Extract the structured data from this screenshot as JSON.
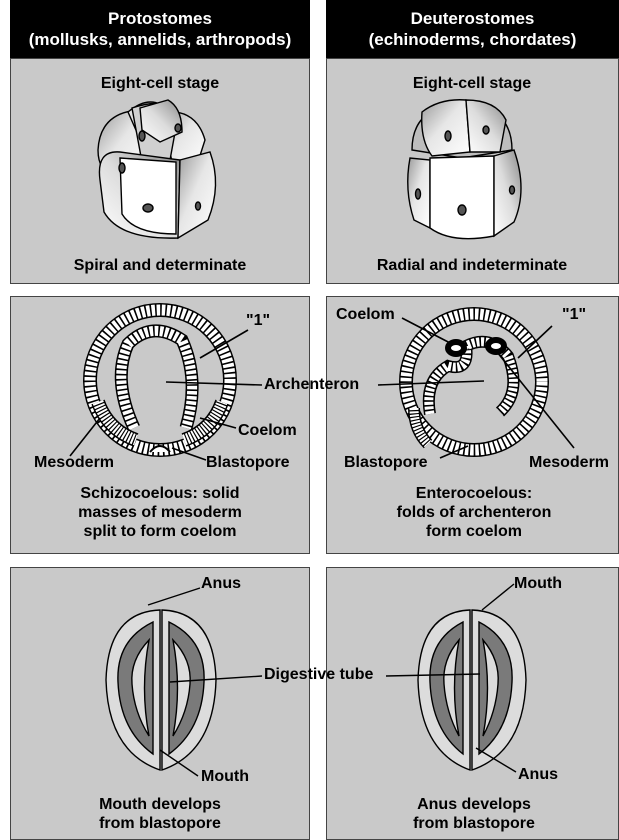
{
  "headers": {
    "protostomes": {
      "line1": "Protostomes",
      "line2": "(mollusks, annelids, arthropods)"
    },
    "deuterostomes": {
      "line1": "Deuterostomes",
      "line2": "(echinoderms, chordates)"
    }
  },
  "row1": {
    "left_title": "Eight-cell stage",
    "right_title": "Eight-cell stage",
    "left_caption": "Spiral and determinate",
    "right_caption": "Radial and indeterminate"
  },
  "row2": {
    "left": {
      "one": "\"1\"",
      "coelom": "Coelom",
      "mesoderm": "Mesoderm",
      "blastopore": "Blastopore",
      "caption": [
        "Schizocoelous: solid",
        "masses of mesoderm",
        "split to form coelom"
      ]
    },
    "center": {
      "archenteron": "Archenteron"
    },
    "right": {
      "coelom": "Coelom",
      "one": "\"1\"",
      "blastopore": "Blastopore",
      "mesoderm": "Mesoderm",
      "caption": [
        "Enterocoelous:",
        "folds of archenteron",
        "form coelom"
      ]
    }
  },
  "row3": {
    "left": {
      "top": "Anus",
      "bottom": "Mouth",
      "caption": [
        "Mouth develops",
        "from blastopore"
      ]
    },
    "center": {
      "tube": "Digestive tube"
    },
    "right": {
      "top": "Mouth",
      "bottom": "Anus",
      "caption": [
        "Anus develops",
        "from blastopore"
      ]
    }
  },
  "colors": {
    "panel": "#c9c9c9",
    "header": "#000000",
    "gut_dark": "#7a7a7a"
  }
}
